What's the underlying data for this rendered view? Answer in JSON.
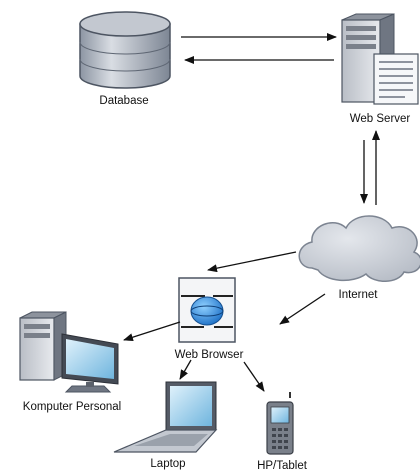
{
  "labels": {
    "database": "Database",
    "web_server": "Web Server",
    "internet": "Internet",
    "web_browser": "Web Browser",
    "komputer_personal": "Komputer Personal",
    "laptop": "Laptop",
    "hp_tablet": "HP/Tablet"
  },
  "icons": [
    "database-icon",
    "web-server-icon",
    "internet-cloud-icon",
    "web-browser-icon",
    "personal-computer-icon",
    "laptop-icon",
    "phone-tablet-icon"
  ]
}
